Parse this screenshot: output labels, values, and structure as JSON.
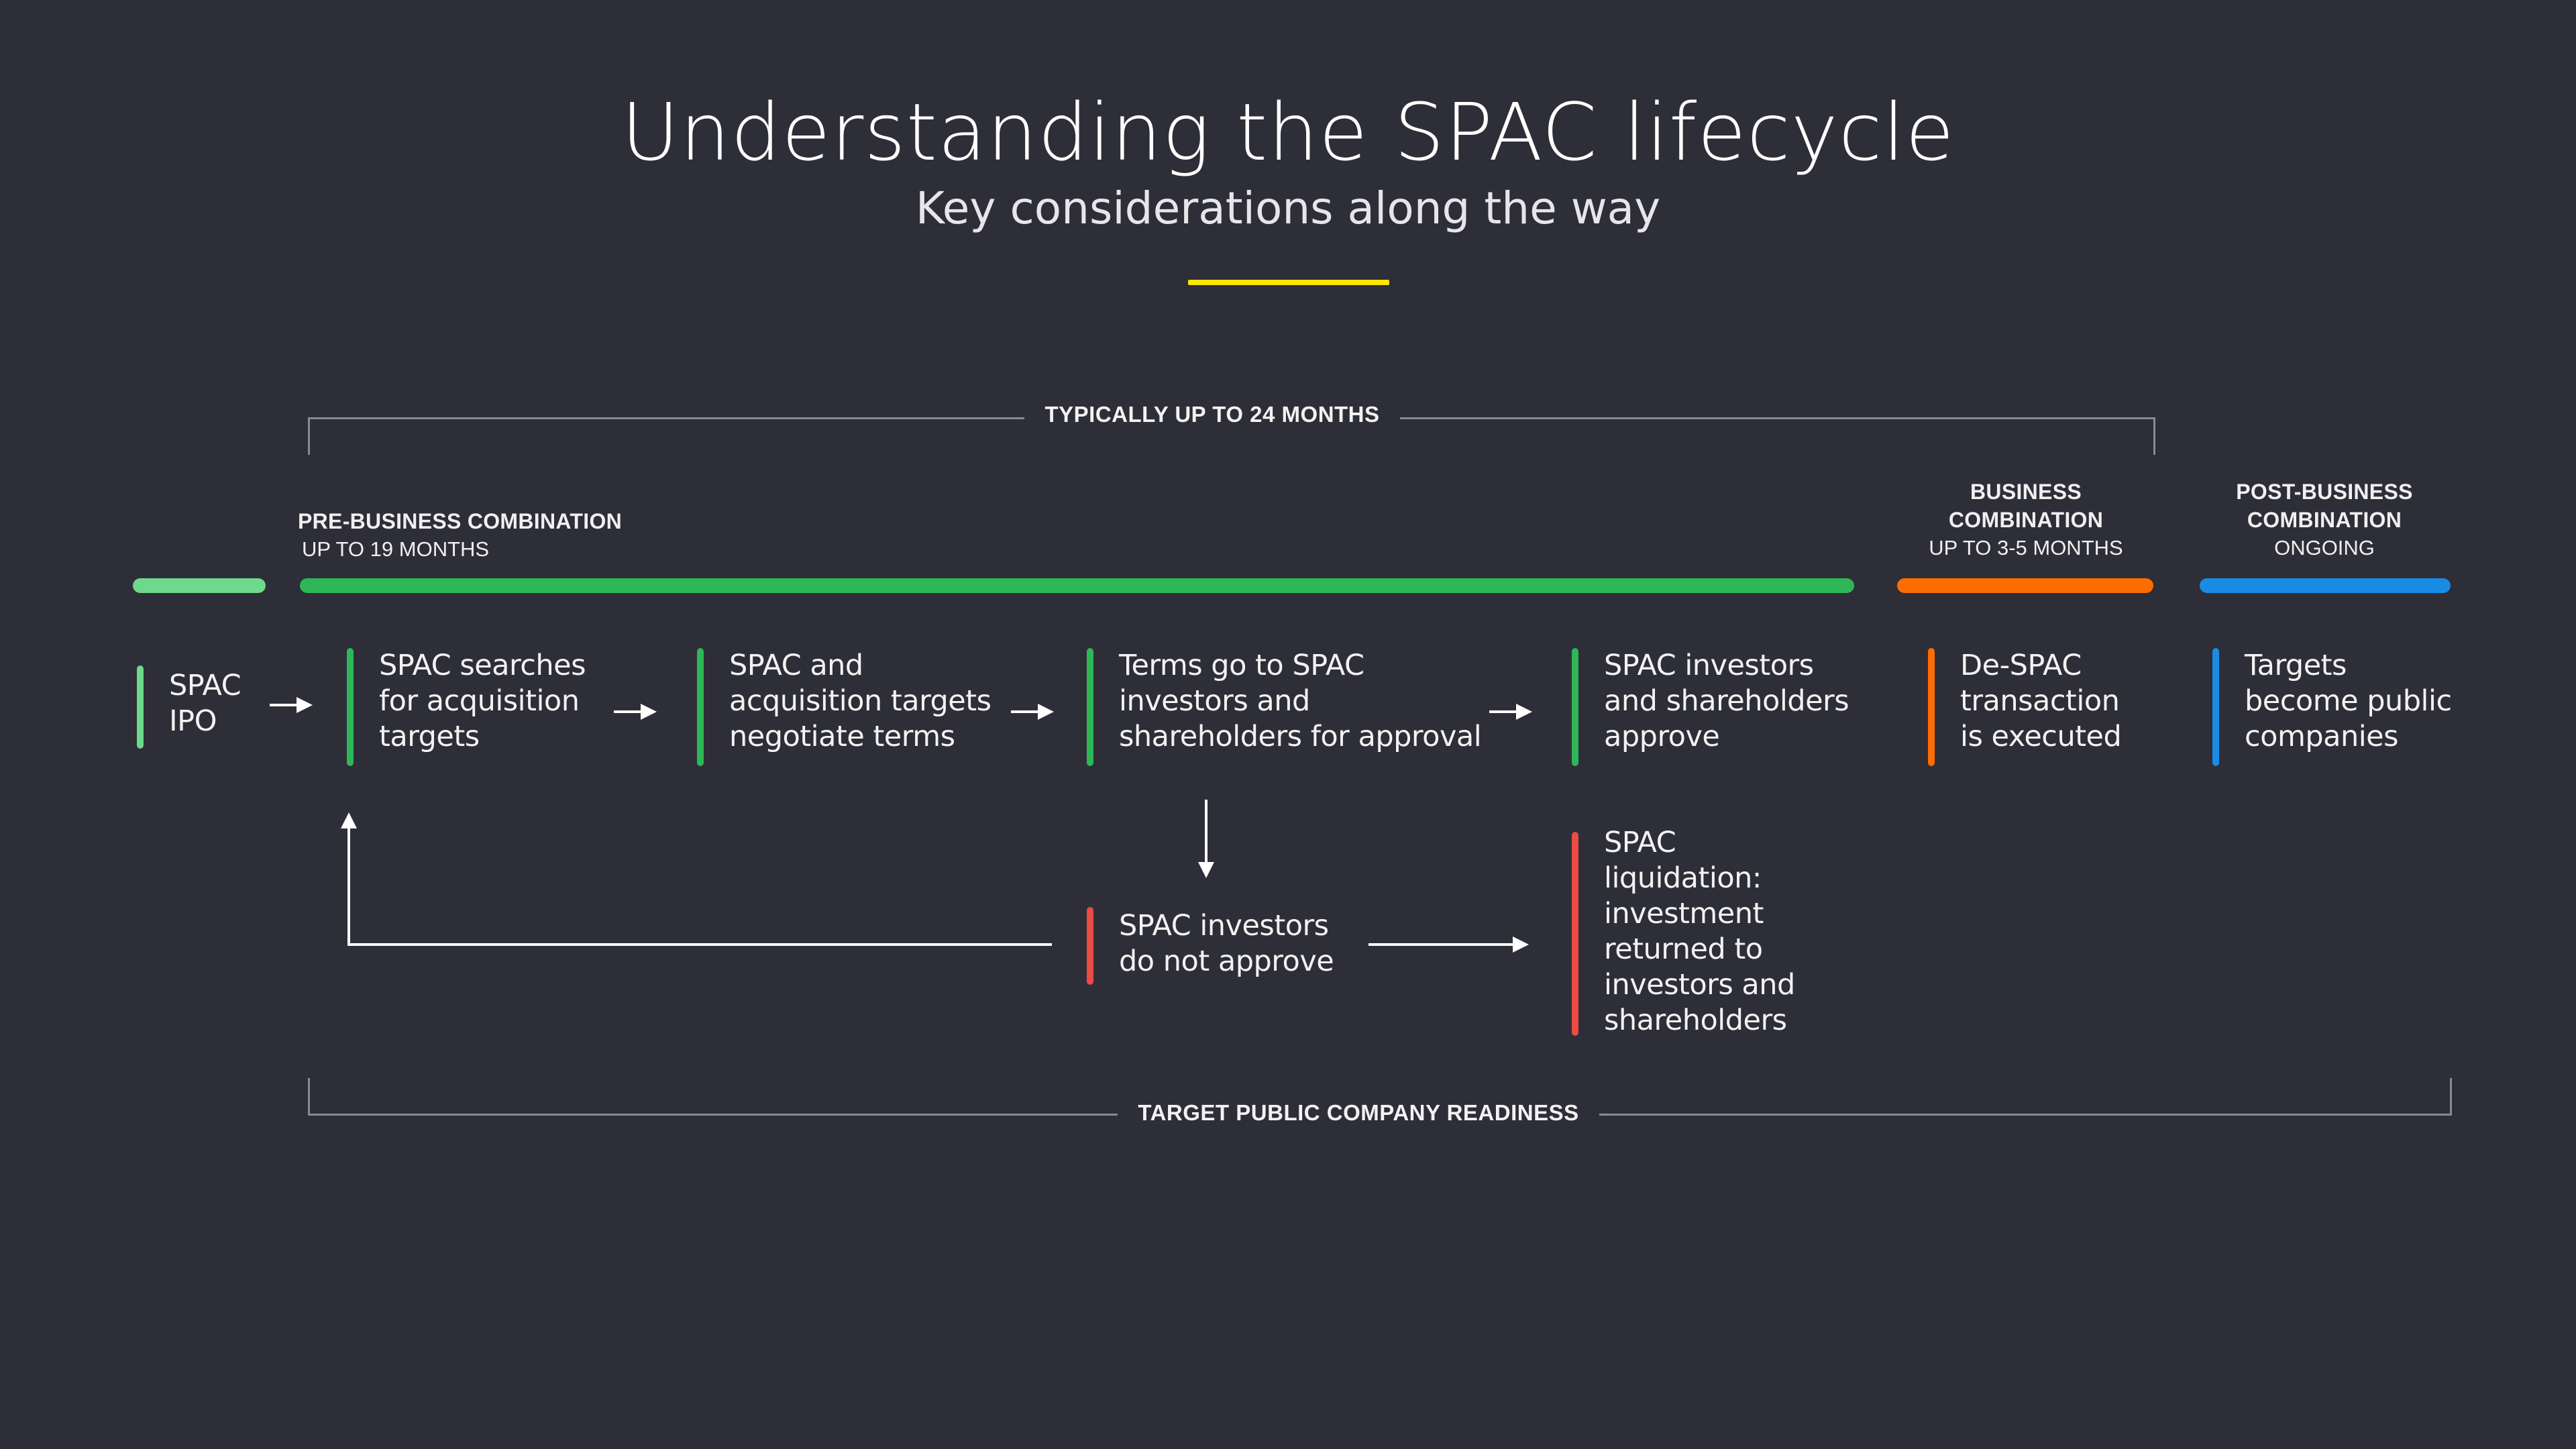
{
  "header": {
    "title": "Understanding the SPAC lifecycle",
    "subtitle": "Key considerations along the way"
  },
  "brackets": {
    "top_label": "TYPICALLY UP TO 24 MONTHS",
    "bottom_label": "TARGET PUBLIC COMPANY READINESS"
  },
  "phases": [
    {
      "title": "PRE-BUSINESS COMBINATION",
      "duration": "UP TO 19 MONTHS",
      "color": "#2db757"
    },
    {
      "title_line1": "BUSINESS",
      "title_line2": "COMBINATION",
      "duration": "UP TO 3-5 MONTHS",
      "color": "#ff6d00"
    },
    {
      "title_line1": "POST-BUSINESS",
      "title_line2": "COMBINATION",
      "duration": "ONGOING",
      "color": "#188ce5"
    }
  ],
  "ipo_bar_color": "#6ed88c",
  "steps": [
    {
      "text": "SPAC\nIPO",
      "color": "#6ed88c"
    },
    {
      "text": "SPAC searches\nfor acquisition\ntargets",
      "color": "#2db757"
    },
    {
      "text": "SPAC and\nacquisition targets\nnegotiate terms",
      "color": "#2db757"
    },
    {
      "text": "Terms go to SPAC\ninvestors and\nshareholders for approval",
      "color": "#2db757"
    },
    {
      "text": "SPAC investors\nand shareholders\napprove",
      "color": "#2db757"
    },
    {
      "text": "De-SPAC\ntransaction\nis executed",
      "color": "#ff6d00"
    },
    {
      "text": "Targets\nbecome public\ncompanies",
      "color": "#188ce5"
    }
  ],
  "alt_steps": [
    {
      "text": "SPAC investors\ndo not approve",
      "color": "#ea4b43"
    },
    {
      "text": "SPAC\nliquidation:\ninvestment\nreturned to\ninvestors and\nshareholders",
      "color": "#ea4b43"
    }
  ],
  "colors": {
    "background": "#2e2e38",
    "accent_yellow": "#ffe600",
    "bracket_gray": "#8a8a94",
    "arrow_white": "#ffffff"
  }
}
